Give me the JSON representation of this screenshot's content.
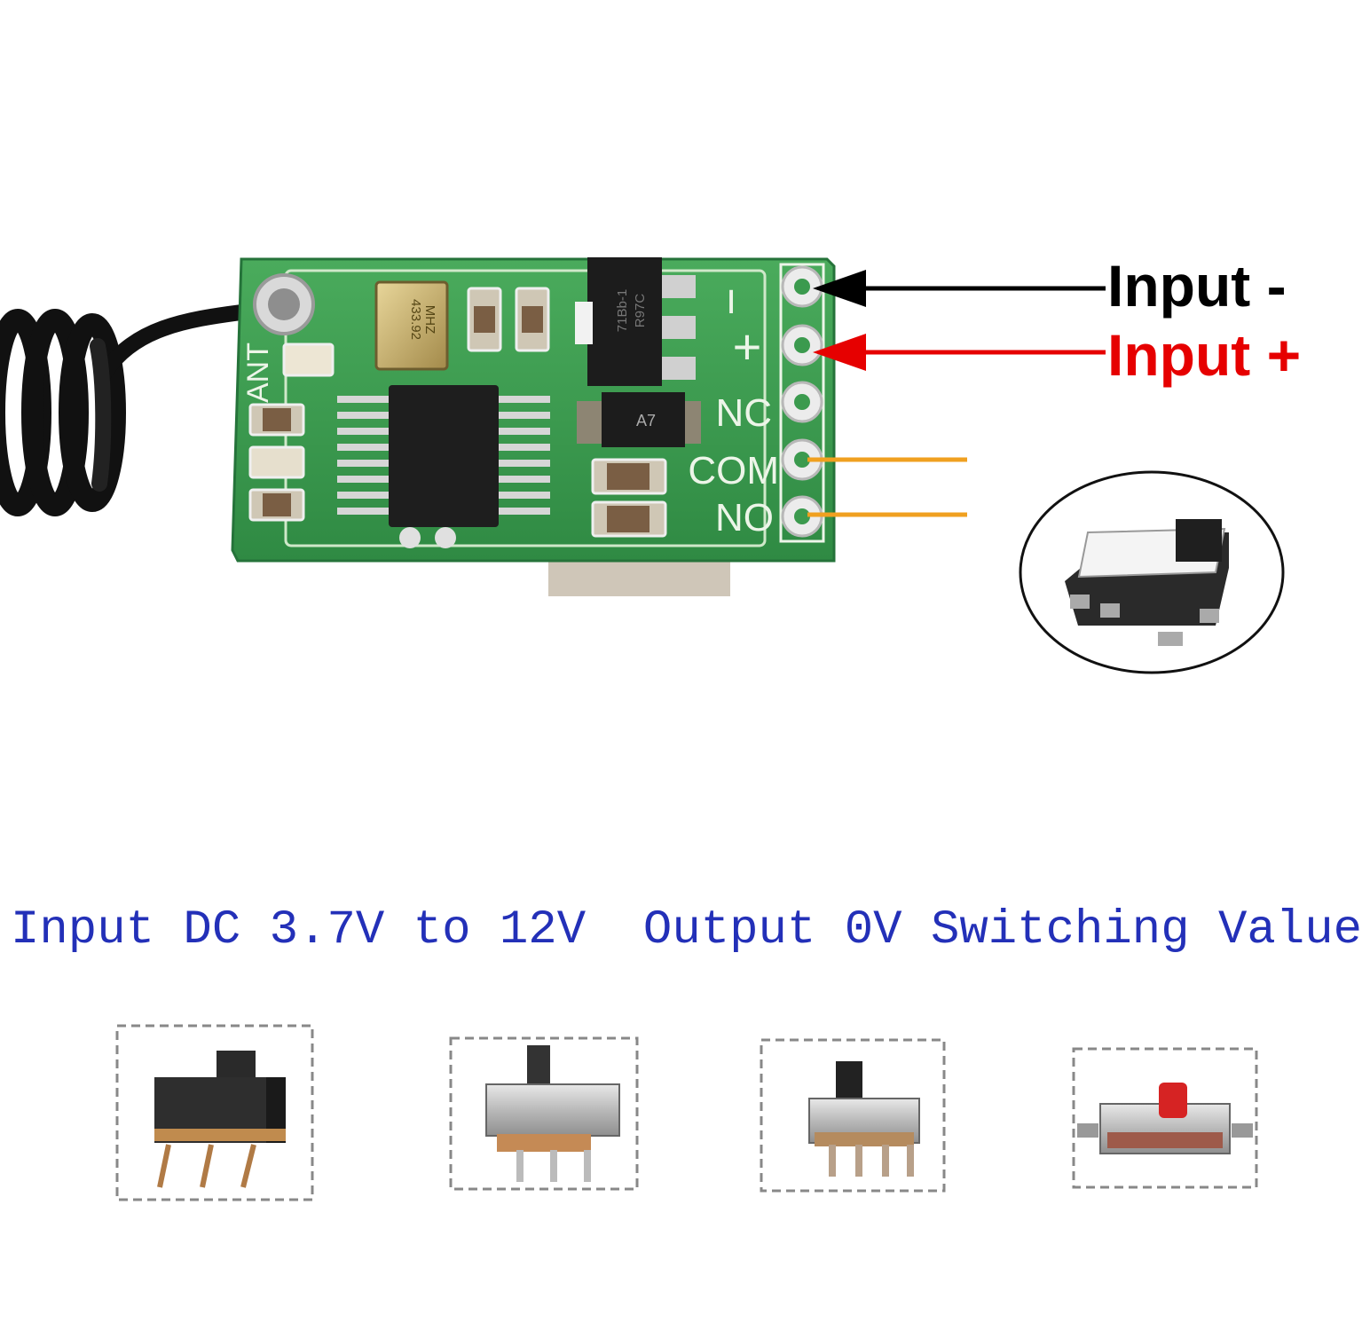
{
  "pcb": {
    "silkscreen": {
      "ant": "ANT",
      "minus": "−",
      "plus": "+",
      "nc": "NC",
      "com": "COM",
      "no": "NO"
    },
    "crystal_marking": [
      "433.92",
      "MHZ"
    ],
    "regulator_marking": [
      "71Bb-1",
      "R97C"
    ],
    "transistor_marking": "A7"
  },
  "labels": {
    "input_negative": "Input -",
    "input_positive": "Input +"
  },
  "caption": "Input DC 3.7V to 12V  Output 0V Switching Value",
  "colors": {
    "pcb_green": "#3b9a4e",
    "negative_arrow": "#000000",
    "positive_arrow": "#e60000",
    "output_lines": "#f0a020",
    "caption_text": "#2330b8"
  },
  "switch_gallery": [
    {
      "name": "black-slide-switch-3-pin"
    },
    {
      "name": "silver-slide-switch-3-pin"
    },
    {
      "name": "silver-slide-switch-4-pin"
    },
    {
      "name": "smd-red-slide-switch"
    }
  ]
}
